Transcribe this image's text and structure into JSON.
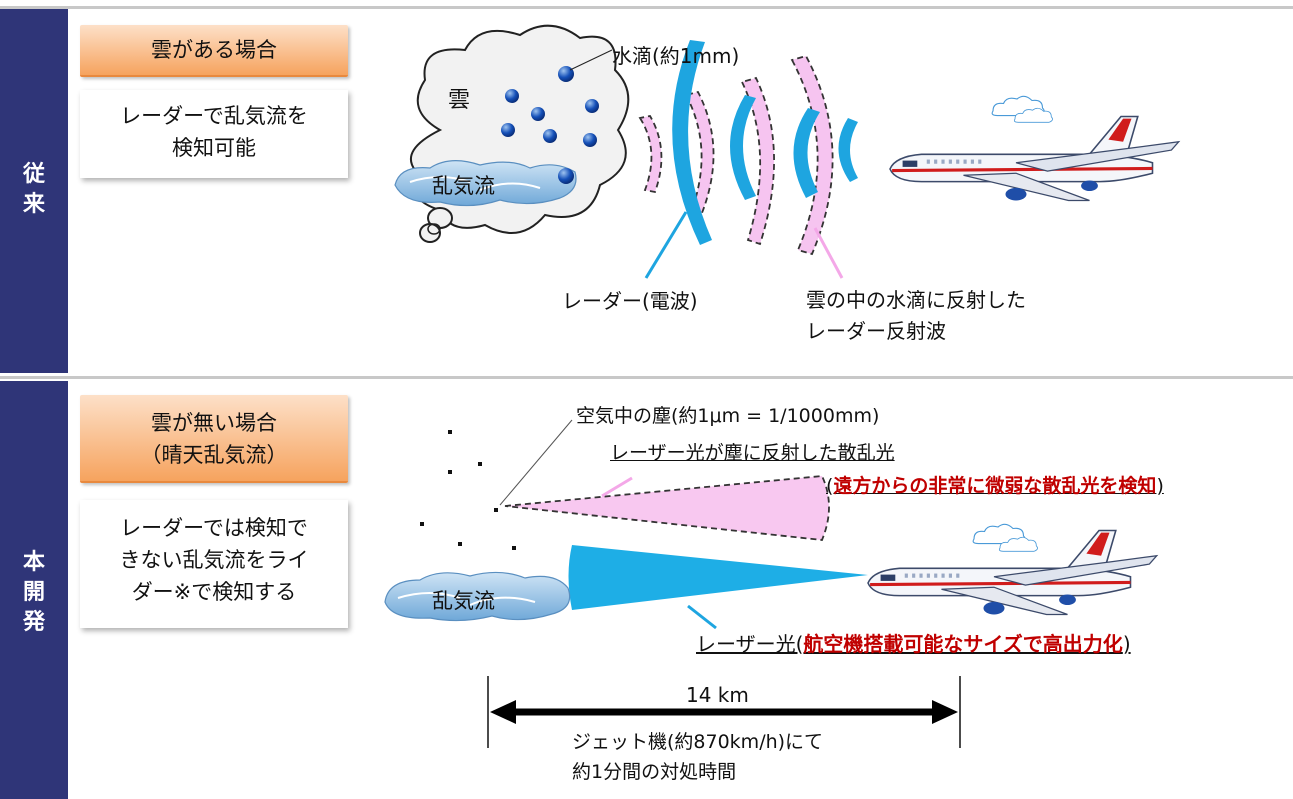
{
  "sections": {
    "conventional": {
      "label_chars": [
        "従",
        "来"
      ],
      "case_title": "雲がある場合",
      "description_lines": [
        "レーダーで乱気流を",
        "検知可能"
      ],
      "cloud_label": "雲",
      "turbulence_label": "乱気流",
      "water_droplet_label": "水滴(約1mm)",
      "radar_label": "レーダー(電波)",
      "reflection_label_lines": [
        "雲の中の水滴に反射した",
        "レーダー反射波"
      ]
    },
    "new_development": {
      "label_chars": [
        "本",
        "開",
        "発"
      ],
      "case_title_lines": [
        "雲が無い場合",
        "（晴天乱気流）"
      ],
      "description_lines": [
        "レーダーでは検知で",
        "きない乱気流をライ",
        "ダー※で検知する"
      ],
      "dust_label": "空気中の塵(約1μm = 1/1000mm)",
      "scatter_label": "レーザー光が塵に反射した散乱光",
      "scatter_note_open": "(",
      "scatter_note_red": "遠方からの非常に微弱な散乱光を検知",
      "scatter_note_close": ")",
      "turbulence_label": "乱気流",
      "laser_label_prefix": "レーザー光(",
      "laser_label_red": "航空機搭載可能なサイズで高出力化",
      "laser_label_suffix": ")",
      "distance_label": "14 km",
      "time_lines": [
        "ジェット機(約870km/h)にて",
        "約1分間の対処時間"
      ]
    }
  },
  "colors": {
    "sidebar": "#2f3578",
    "radar_wave": "#1ea5e0",
    "reflected_wave": "#f6c4f0",
    "laser": "#1eaee6",
    "scatter": "#f8c8f0",
    "accent_red": "#c00000"
  }
}
